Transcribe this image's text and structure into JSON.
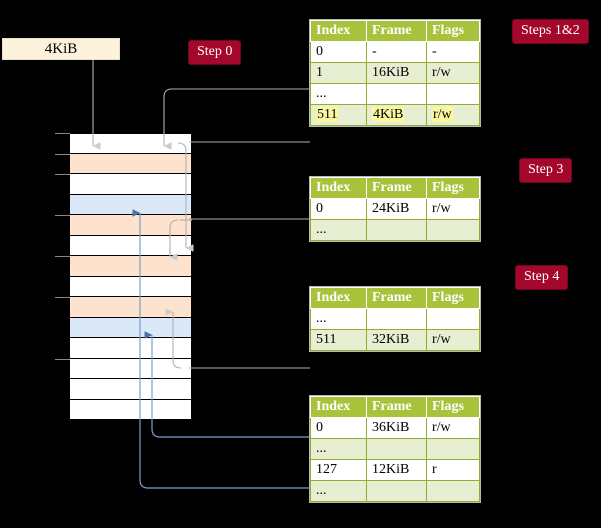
{
  "page_box": {
    "label": "4KiB"
  },
  "badges": [
    {
      "name": "step-0",
      "label": "Step 0"
    },
    {
      "name": "steps-1-2",
      "label": "Steps 1&2"
    },
    {
      "name": "step-3",
      "label": "Step 3"
    },
    {
      "name": "step-4",
      "label": "Step 4"
    }
  ],
  "table_headers": {
    "index": "Index",
    "frame": "Frame",
    "flags": "Flags"
  },
  "tables": [
    {
      "name": "level4-table",
      "rows": [
        {
          "index": "0",
          "frame": "-",
          "flags": "-",
          "alt": false,
          "highlight": false
        },
        {
          "index": "1",
          "frame": "16KiB",
          "flags": "r/w",
          "alt": true,
          "highlight": false
        },
        {
          "index": "...",
          "frame": "",
          "flags": "",
          "alt": false,
          "highlight": false
        },
        {
          "index": "511",
          "frame": "4KiB",
          "flags": "r/w",
          "alt": true,
          "highlight": true
        }
      ]
    },
    {
      "name": "level3-table",
      "rows": [
        {
          "index": "0",
          "frame": "24KiB",
          "flags": "r/w",
          "alt": false,
          "highlight": false
        },
        {
          "index": "...",
          "frame": "",
          "flags": "",
          "alt": true,
          "highlight": false
        }
      ]
    },
    {
      "name": "level2-table",
      "rows": [
        {
          "index": "...",
          "frame": "",
          "flags": "",
          "alt": false,
          "highlight": false
        },
        {
          "index": "511",
          "frame": "32KiB",
          "flags": "r/w",
          "alt": true,
          "highlight": false
        }
      ]
    },
    {
      "name": "level1-table",
      "rows": [
        {
          "index": "0",
          "frame": "36KiB",
          "flags": "r/w",
          "alt": false,
          "highlight": false
        },
        {
          "index": "...",
          "frame": "",
          "flags": "",
          "alt": true,
          "highlight": false
        },
        {
          "index": "127",
          "frame": "12KiB",
          "flags": "r",
          "alt": false,
          "highlight": false
        },
        {
          "index": "...",
          "frame": "",
          "flags": "",
          "alt": true,
          "highlight": false
        }
      ]
    }
  ],
  "memory_stack": {
    "rows": [
      {
        "fill": "white"
      },
      {
        "fill": "orange"
      },
      {
        "fill": "white"
      },
      {
        "fill": "blue"
      },
      {
        "fill": "orange"
      },
      {
        "fill": "white"
      },
      {
        "fill": "orange"
      },
      {
        "fill": "white"
      },
      {
        "fill": "orange"
      },
      {
        "fill": "blue"
      },
      {
        "fill": "white"
      },
      {
        "fill": "white"
      },
      {
        "fill": "white"
      },
      {
        "fill": "white"
      }
    ]
  },
  "colors": {
    "badge_bg": "#a4072c",
    "table_header_bg": "#a8c23c",
    "table_alt_row_bg": "#e8eed2",
    "highlight": "#fbf7a0",
    "frame_orange": "#fde3cd",
    "frame_blue": "#dbe8f7",
    "page_box_bg": "#fdf3dc",
    "wire_gray": "#b0b0b0",
    "wire_blue": "#7b9ec9",
    "background": "#000000"
  }
}
